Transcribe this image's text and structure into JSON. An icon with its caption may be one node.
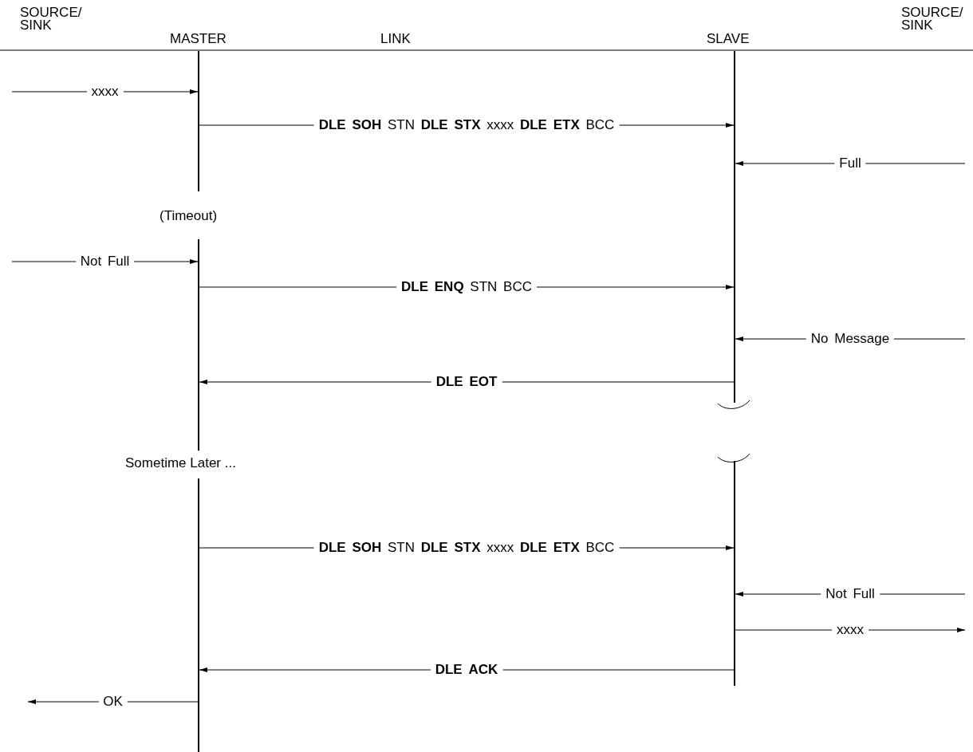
{
  "diagram": {
    "nodes": [
      {
        "text": [],
        "shape": "line"
      },
      {
        "text": [],
        "shape": "line"
      },
      {
        "text": [],
        "shape": "line"
      },
      {
        "text": [],
        "shape": "line"
      },
      {
        "text": [],
        "shape": "line"
      }
    ],
    "edges": [
      {
        "from": null,
        "to": 0,
        "arrow": "to",
        "label": "xxxx"
      },
      {
        "from": 0,
        "to": 3,
        "arrow": "to",
        "label": "**DLE** **SOH** STN **DLE** **STX** xxxx **DLE** **ETX** BCC"
      },
      {
        "from": null,
        "to": 3,
        "arrow": "to",
        "label": "Full"
      },
      {
        "from": null,
        "to": 1,
        "arrow": "to",
        "label": "Not Full"
      },
      {
        "from": 1,
        "to": 3,
        "arrow": "to",
        "label": "**DLE** **ENQ** STN BCC"
      },
      {
        "from": null,
        "to": 3,
        "arrow": "to",
        "label": "No Message"
      },
      {
        "from": 3,
        "to": 1,
        "arrow": "to",
        "label": "**DLE** **EOT**"
      },
      {
        "from": 2,
        "to": 4,
        "arrow": "to",
        "label": "**DLE** **SOH** STN **DLE** **STX** xxxx **DLE** **ETX** BCC"
      },
      {
        "from": null,
        "to": 4,
        "arrow": "to",
        "label": "Not Full"
      },
      {
        "from": 4,
        "to": null,
        "arrow": "to",
        "label": "xxxx"
      },
      {
        "from": 4,
        "to": 2,
        "arrow": "to",
        "label": "**DLE** **ACK**"
      },
      {
        "from": 2,
        "to": null,
        "arrow": "to",
        "label": "OK"
      }
    ],
    "labels": [
      "SOURCE/ SINK",
      "MASTER",
      "LINK",
      "SLAVE",
      "SOURCE/ SINK",
      "(Timeout)",
      "Sometime Later ..."
    ]
  }
}
